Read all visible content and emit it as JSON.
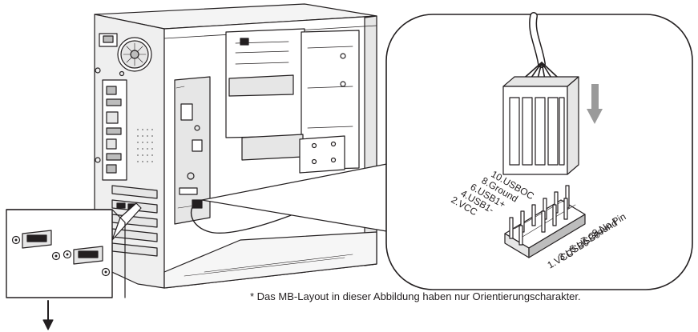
{
  "illustration": {
    "subject": "pc-case-front-usb-header-connection",
    "colors": {
      "line": "#231f20",
      "shade": "#e6e6e6",
      "dark": "#bdbdbd",
      "arrow": "#9a9a9a"
    }
  },
  "pin_labels": {
    "left_row": [
      "10.USBOC",
      "8.Ground",
      "6.USB1+",
      "4.USB1-",
      "2.VCC"
    ],
    "right_row": [
      "9.No Pin",
      "7.Ground",
      "5.USB0+",
      "3.USB0-",
      "1.VCC"
    ]
  },
  "footnote": "* Das MB-Layout in dieser Abbildung haben nur Orientierungscharakter."
}
